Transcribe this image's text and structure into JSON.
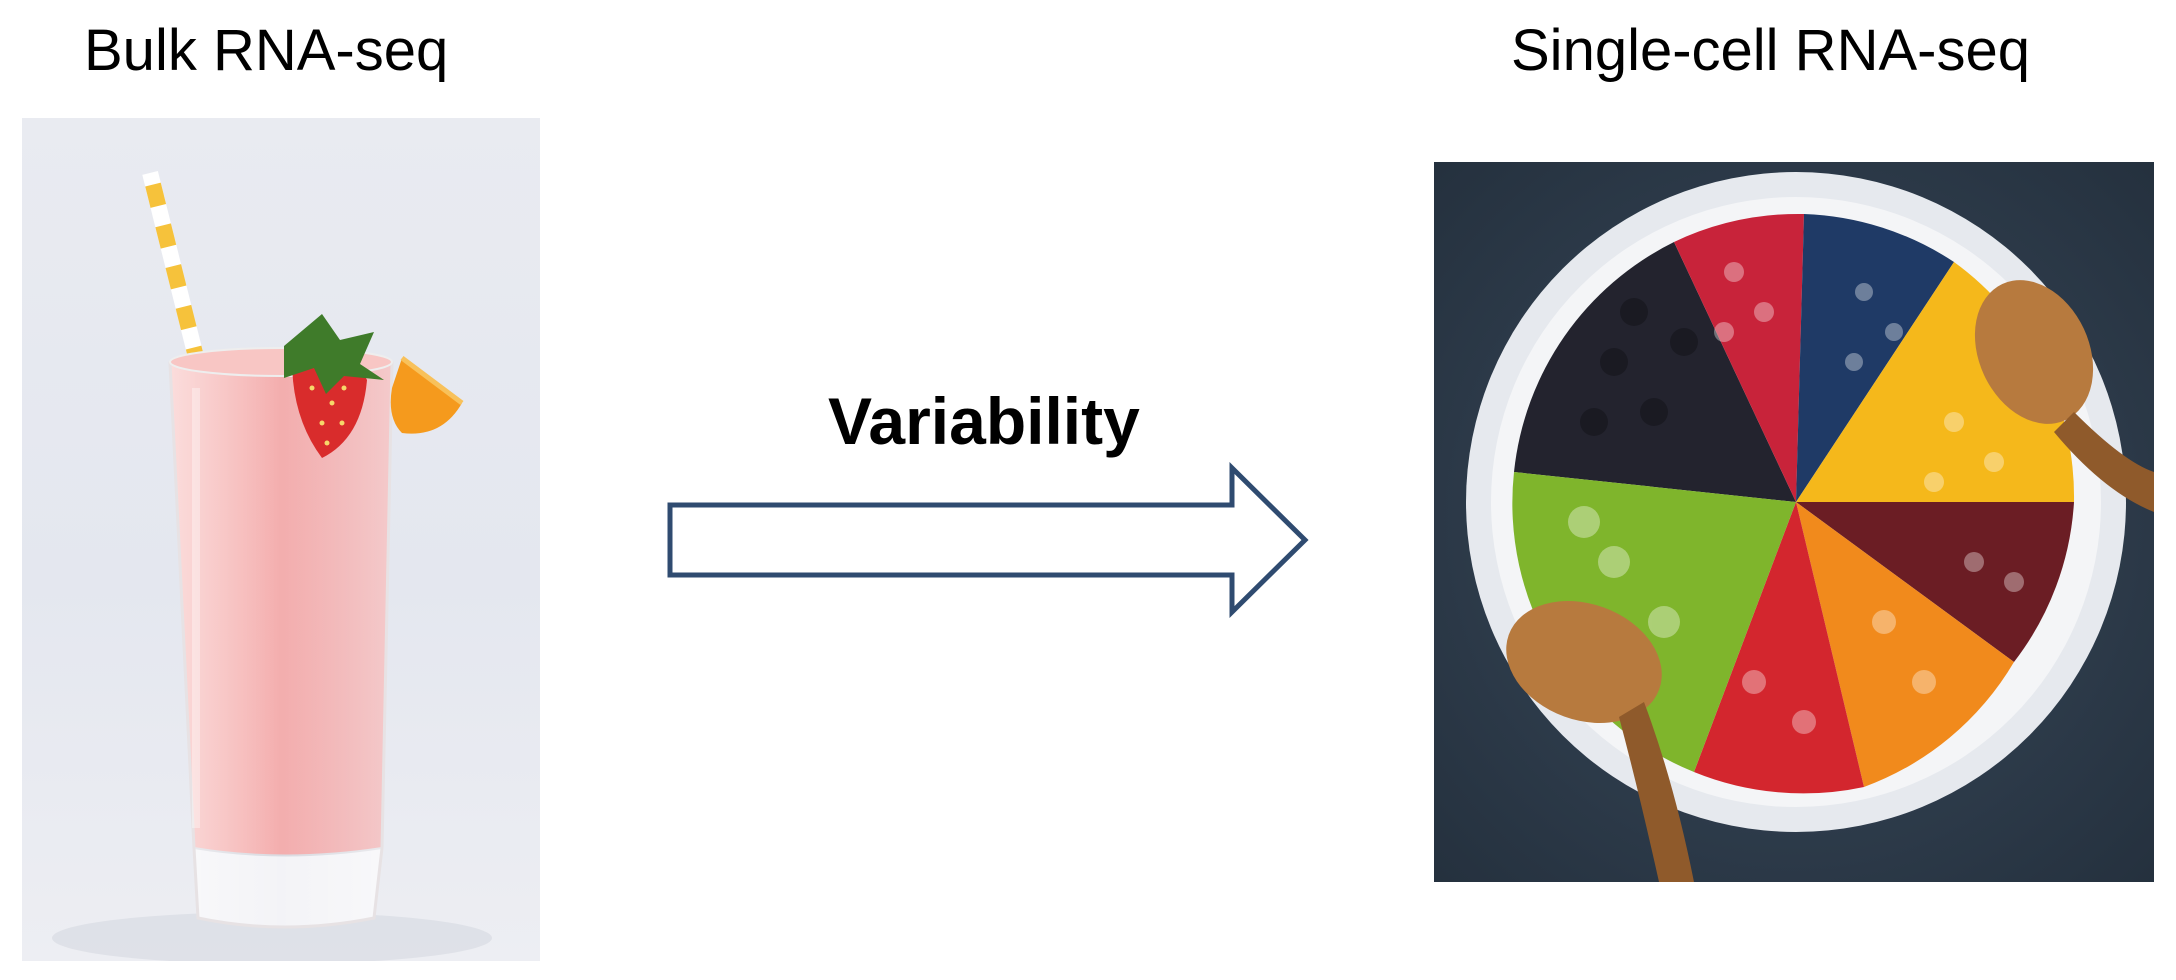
{
  "left": {
    "title": "Bulk RNA-seq",
    "image": "smoothie-glass-photo"
  },
  "middle": {
    "label": "Variability",
    "arrow_icon": "right-arrow-icon",
    "arrow_color": "#2f4b70"
  },
  "right": {
    "title": "Single-cell RNA-seq",
    "image": "fruit-bowl-photo"
  },
  "colors": {
    "smoothie": "#f4a4a4",
    "background_dark": "#2c3a4a"
  }
}
